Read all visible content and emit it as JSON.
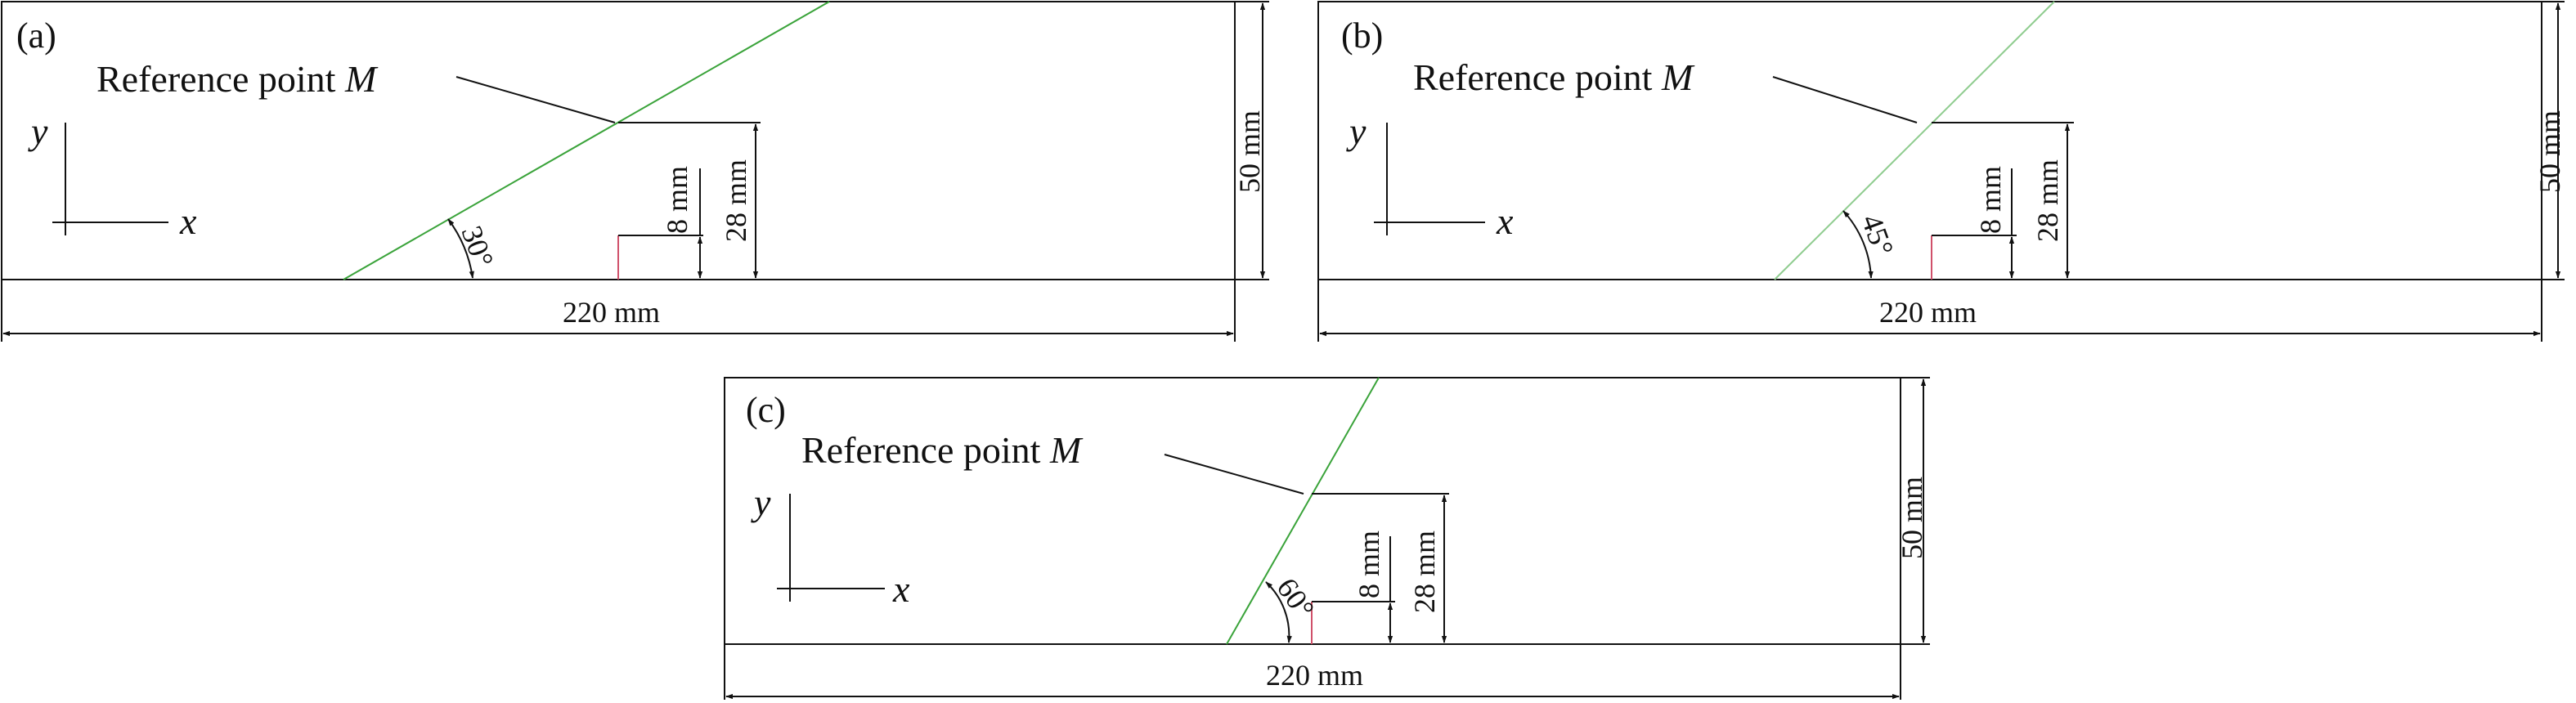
{
  "figure": {
    "panels": [
      {
        "id": "a",
        "label": "(a)",
        "ref_point_text": "Reference point ",
        "ref_point_symbol": "M",
        "angle_label": "30°",
        "angle_deg": 30,
        "dim_small": "8 mm",
        "dim_mid": "28 mm",
        "dim_height": "50 mm",
        "dim_width": "220 mm",
        "axis_x": "x",
        "axis_y": "y"
      },
      {
        "id": "b",
        "label": "(b)",
        "ref_point_text": "Reference point ",
        "ref_point_symbol": "M",
        "angle_label": "45°",
        "angle_deg": 45,
        "dim_small": "8 mm",
        "dim_mid": "28 mm",
        "dim_height": "50 mm",
        "dim_width": "220 mm",
        "axis_x": "x",
        "axis_y": "y"
      },
      {
        "id": "c",
        "label": "(c)",
        "ref_point_text": "Reference point ",
        "ref_point_symbol": "M",
        "angle_label": "60°",
        "angle_deg": 60,
        "dim_small": "8 mm",
        "dim_mid": "28 mm",
        "dim_height": "50 mm",
        "dim_width": "220 mm",
        "axis_x": "x",
        "axis_y": "y"
      }
    ],
    "colors": {
      "outline": "#111111",
      "fault_line": "#3aa33a",
      "defect_marker": "#d0506a"
    }
  }
}
